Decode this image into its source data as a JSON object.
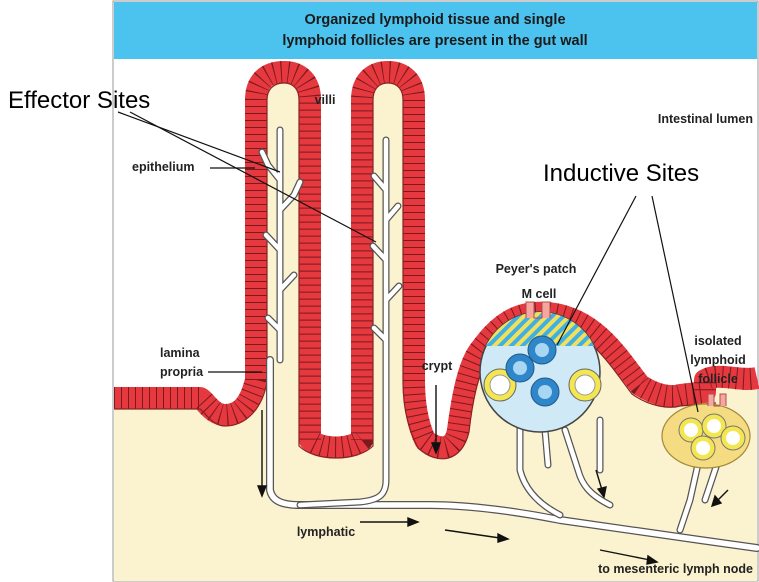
{
  "header": {
    "line1": "Organized lymphoid tissue and single",
    "line2": "lymphoid follicles are present in the gut wall"
  },
  "labels": {
    "effector_sites": "Effector Sites",
    "inductive_sites": "Inductive Sites",
    "villi": "villi",
    "intestinal_lumen": "Intestinal lumen",
    "epithelium": "epithelium",
    "peyers_patch": "Peyer's patch",
    "m_cell": "M cell",
    "lamina": "lamina",
    "propria": "propria",
    "crypt": "crypt",
    "isolated": "isolated",
    "lymphoid": "lymphoid",
    "follicle": "follicle",
    "lymphatic": "lymphatic",
    "to_mesenteric": "to mesenteric lymph node"
  },
  "colors": {
    "header_bg": "#4cc3ee",
    "tissue_bg": "#fbf3cf",
    "epithelium_red": "#e5383f",
    "cell_line": "#7a1a1e",
    "lymphatic_fill": "#ffffff",
    "lymphatic_line": "#555555",
    "follicle_blue": "#6fb9e8",
    "follicle_yellow": "#f4e651"
  }
}
